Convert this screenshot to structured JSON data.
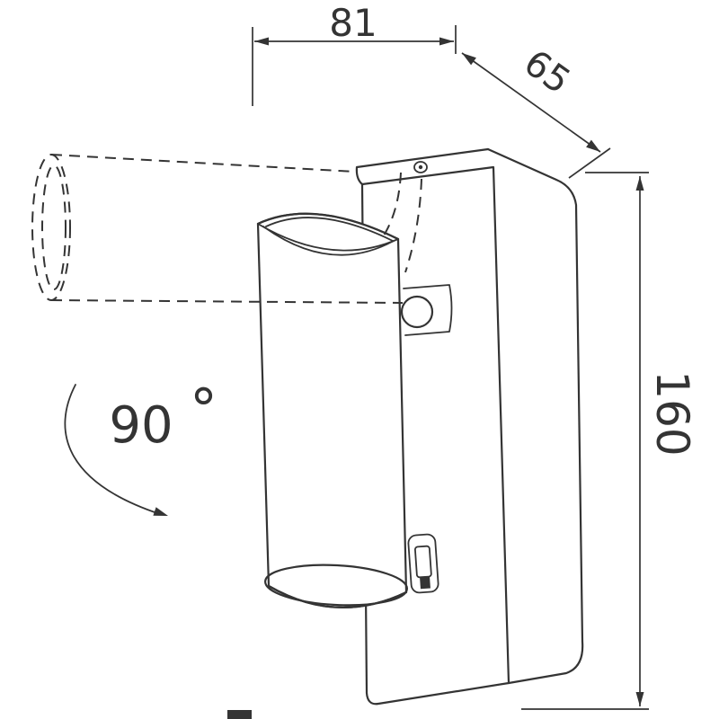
{
  "colors": {
    "line": "#343434",
    "background": "#ffffff"
  },
  "labels": {
    "width": "81",
    "depth": "65",
    "height": "160",
    "rotation_angle": "90",
    "degree_symbol": "°"
  }
}
